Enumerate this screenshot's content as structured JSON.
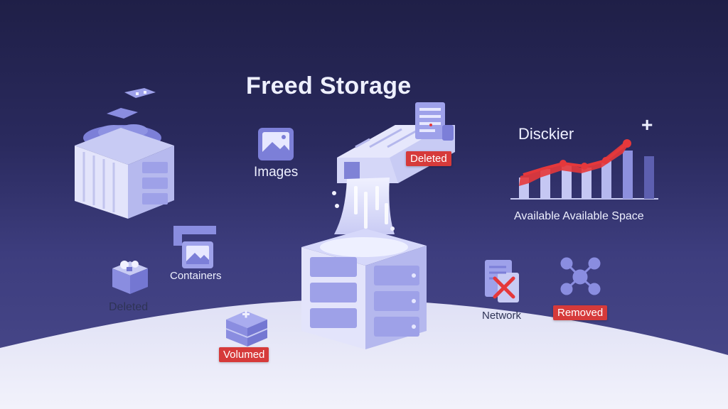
{
  "title": "Freed Storage",
  "labels": {
    "images": "Images",
    "containers": "Containers",
    "deleted_left": "Deleted",
    "network": "Network",
    "disk_title": "Disckier",
    "plus": "+",
    "available": "Available Available Space"
  },
  "tags": {
    "deleted_top": "Deleted",
    "volumed": "Volumed",
    "removed": "Removed"
  },
  "colors": {
    "tag_red": "#d63a3a",
    "accent_purple": "#7c7fd8",
    "trend_red": "#e5383b"
  },
  "icons": [
    "image-icon",
    "container-icon",
    "deleted-box-icon",
    "volume-icon",
    "network-delete-icon",
    "node-graph-icon",
    "document-icon",
    "storage-cabinet-icon"
  ]
}
